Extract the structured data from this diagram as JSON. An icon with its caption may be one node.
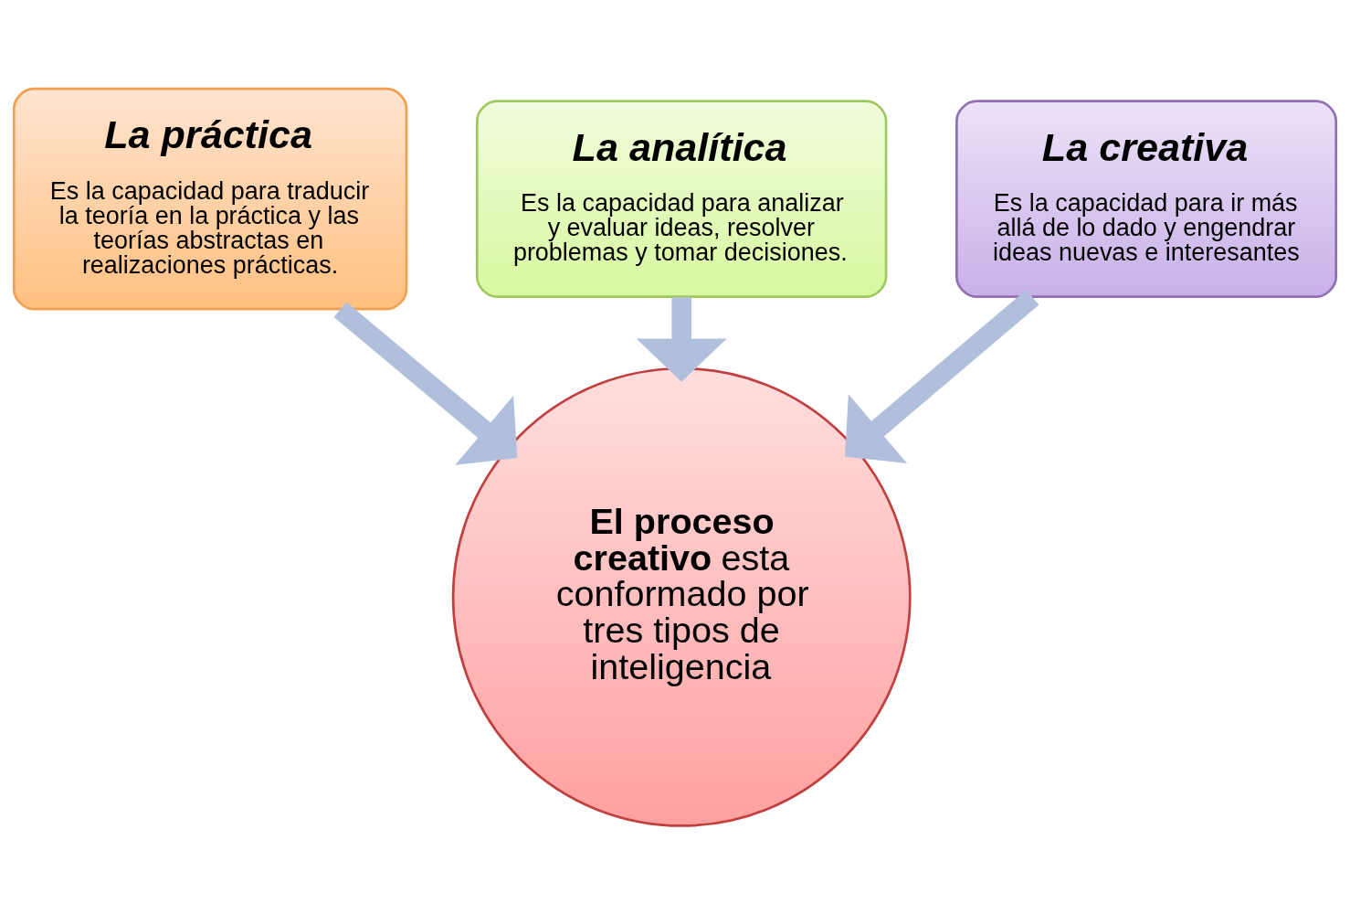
{
  "diagram": {
    "nodes": [
      {
        "text": [
          "La analítica",
          "Es la capacidad para analizar y evaluar ideas, resolver problemas y tomar decisiones."
        ]
      },
      {
        "text": [
          "La práctica",
          "Es la capacidad para traducir la teoría en la práctica y las teorías abstractas en realizaciones prácticas."
        ]
      },
      {
        "text": [
          "La creativa",
          "Es la capacidad para ir más allá de lo dado y engendrar ideas nuevas e interesantes"
        ]
      },
      {
        "text": [
          "**El proceso creativo** esta conformado por tres tipos de inteligencia"
        ]
      }
    ],
    "edges": [
      {
        "from": 0,
        "to": 3,
        "arrow": "to"
      },
      {
        "from": 1,
        "to": 3,
        "arrow": "to"
      },
      {
        "from": 2,
        "to": 3,
        "arrow": "to"
      }
    ]
  }
}
